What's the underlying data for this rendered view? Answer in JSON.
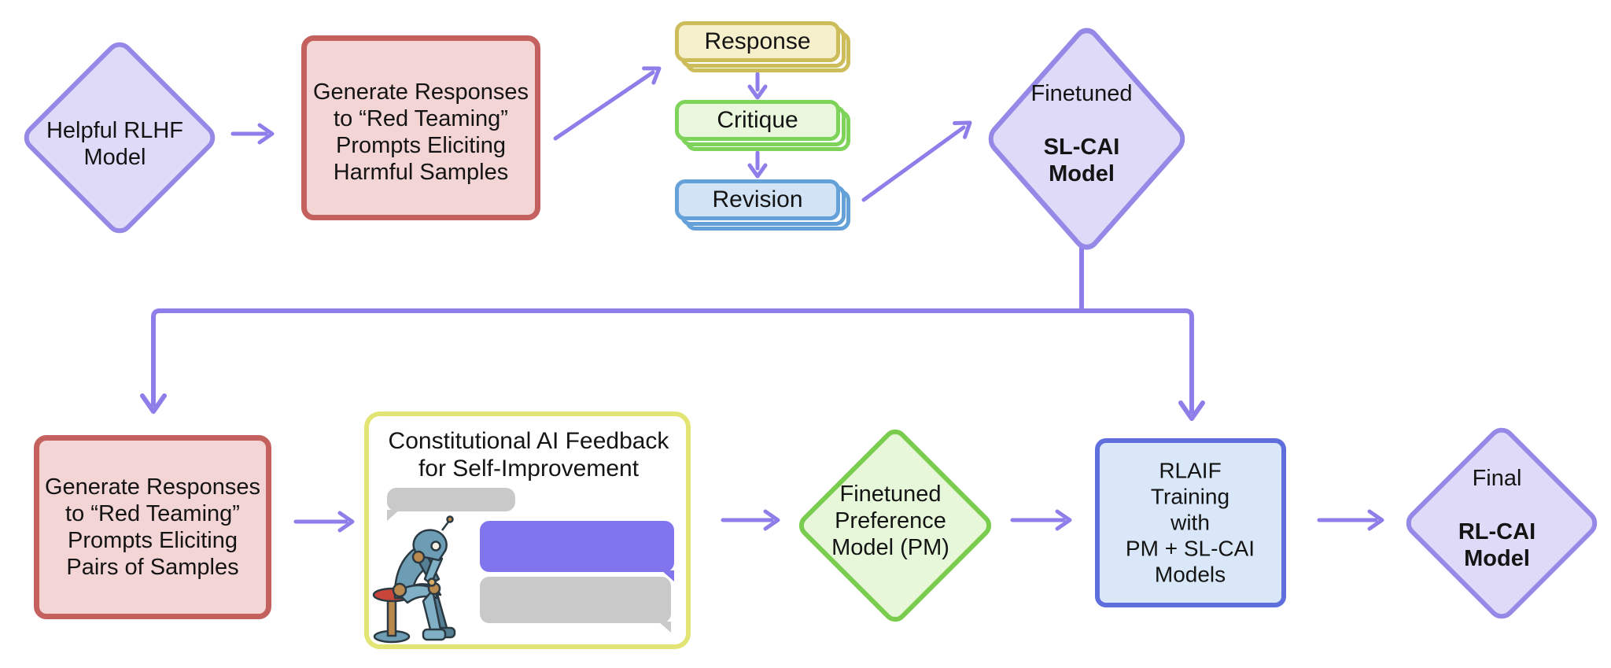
{
  "diagram": {
    "top_row": {
      "helpful_rlhf": {
        "label": "Helpful RLHF\nModel"
      },
      "generate_harmful": {
        "label": "Generate Responses\nto “Red Teaming”\nPrompts Eliciting\nHarmful Samples"
      },
      "cards": {
        "response": {
          "label": "Response"
        },
        "critique": {
          "label": "Critique"
        },
        "revision": {
          "label": "Revision"
        }
      },
      "sl_cai": {
        "line1": "Finetuned",
        "line2_bold": "SL-CAI\nModel"
      }
    },
    "bottom_row": {
      "generate_pairs": {
        "label": "Generate Responses\nto “Red Teaming”\nPrompts Eliciting\nPairs of Samples"
      },
      "cai_feedback": {
        "title": "Constitutional AI Feedback\nfor Self-Improvement"
      },
      "preference_model": {
        "label": "Finetuned\nPreference\nModel (PM)"
      },
      "rlaif": {
        "label": "RLAIF\nTraining\nwith\nPM + SL-CAI\nModels"
      },
      "final_rl_cai": {
        "line1": "Final",
        "line2_bold": "RL-CAI\nModel"
      }
    },
    "colors": {
      "arrow_purple": "#8d7ee9",
      "diamond_fill": "#dedaf8",
      "diamond_border": "#9489e6",
      "red_box_fill": "#f3d5d6",
      "red_box_border": "#c4615f",
      "response_card_fill": "#f6efcc",
      "response_card_border": "#ccbc5a",
      "critique_card_fill": "#e9f8dc",
      "critique_card_border": "#7ed45b",
      "revision_card_fill": "#d2e3f5",
      "revision_card_border": "#64a1d8",
      "feedback_box_border": "#e2e473",
      "green_diamond_fill": "#e7f7da",
      "green_diamond_border": "#79cc4e",
      "rlaif_box_fill": "#d9e7f8",
      "rlaif_box_border": "#5f6edd",
      "bubble_gray": "#c9c9c9",
      "bubble_purple": "#8175ee"
    }
  }
}
